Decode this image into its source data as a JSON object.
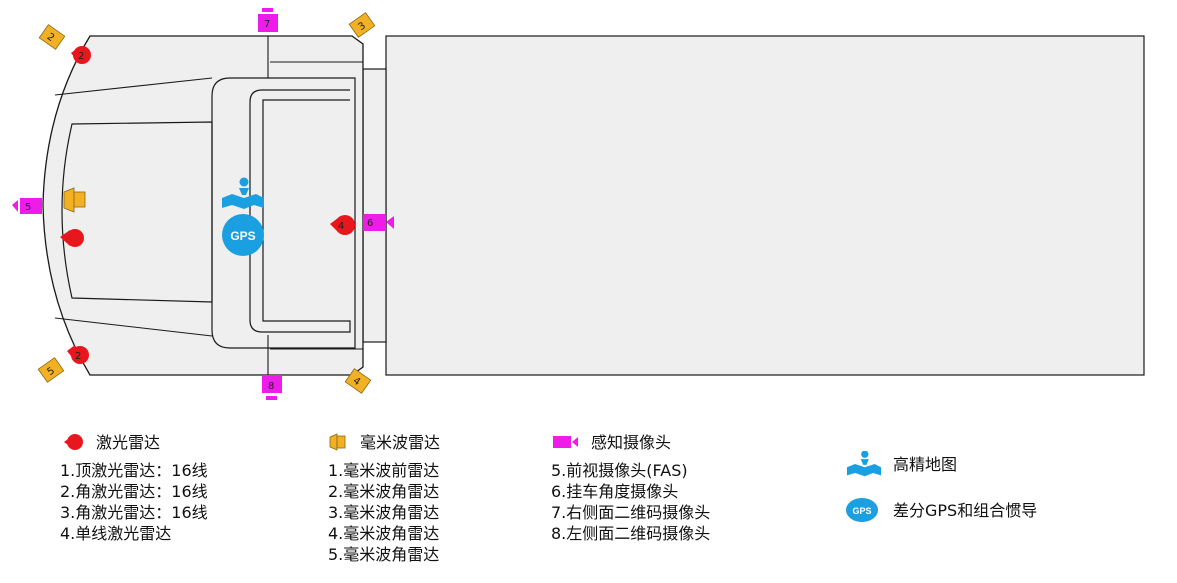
{
  "sensor_labels": {
    "camera_front_left": "7",
    "camera_rear_left": "8",
    "camera_front": "5",
    "camera_trailer": "6",
    "radar_corner_1": "2",
    "radar_corner_2": "3",
    "radar_corner_3": "5",
    "radar_corner_4": "4",
    "lidar_corner_top": "2",
    "lidar_corner_bottom": "2",
    "lidar_single": "4",
    "map_gps_badge": "GPS"
  },
  "colors": {
    "lidar": "#e8161d",
    "radar": "#f2b024",
    "camera": "#ee1ce8",
    "map_gps": "#1aa0e0",
    "body_fill": "#efefef",
    "outline": "#1a1a1a"
  },
  "legend": {
    "lidar": {
      "icon": "lidar-icon",
      "title": "激光雷达",
      "items": [
        "1.顶激光雷达：16线",
        "2.角激光雷达：16线",
        "3.角激光雷达：16线",
        "4.单线激光雷达"
      ]
    },
    "radar": {
      "icon": "radar-icon",
      "title": "毫米波雷达",
      "items": [
        "1.毫米波前雷达",
        "2.毫米波角雷达",
        "3.毫米波角雷达",
        "4.毫米波角雷达",
        "5.毫米波角雷达"
      ]
    },
    "camera": {
      "icon": "camera-icon",
      "title": "感知摄像头",
      "items": [
        "5.前视摄像头(FAS)",
        "6.挂车角度摄像头",
        "7.右侧面二维码摄像头",
        "8.左侧面二维码摄像头"
      ]
    },
    "hd_map": {
      "icon": "map-icon",
      "title": "高精地图"
    },
    "gps": {
      "icon": "gps-icon",
      "badge": "GPS",
      "title": "差分GPS和组合惯导"
    }
  }
}
